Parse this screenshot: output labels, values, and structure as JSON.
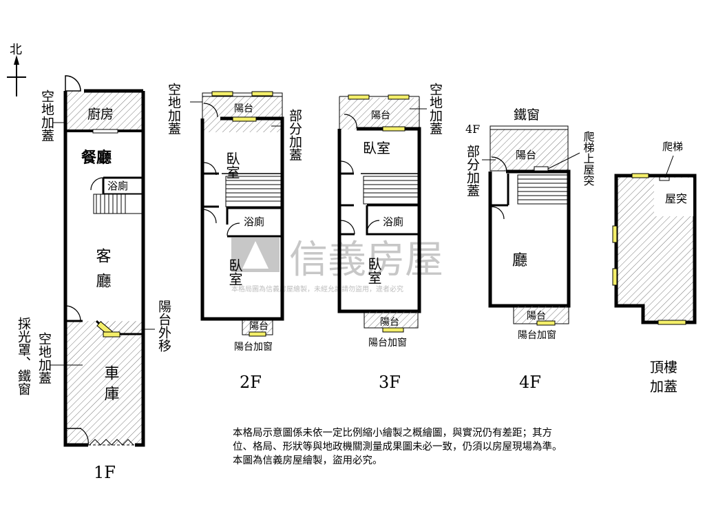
{
  "compass": {
    "label": "北"
  },
  "watermark": {
    "brand": "信義房屋",
    "notice": "本格局圖為信義房屋繪製，未經允許請勿盜用，違者必究"
  },
  "floors": {
    "f1": {
      "caption": "1F",
      "kitchen": "廚房",
      "dining": "餐廳",
      "bath": "浴廁",
      "living": "客廳",
      "garage": "車庫",
      "note_left_top": "空地加蓋",
      "note_left_bottom1": "採光罩、鐵窗",
      "note_left_bottom2": "空地加蓋",
      "note_right": "陽台外移"
    },
    "f2": {
      "caption": "2F",
      "balcony": "陽台",
      "bedroom_top": "臥室",
      "bath": "浴廁",
      "bedroom_bottom": "臥室",
      "balcony_bottom": "陽台",
      "balcony_window": "陽台加窗",
      "note_left": "空地加蓋",
      "note_right": "部分加蓋"
    },
    "f3": {
      "caption": "3F",
      "balcony": "陽台",
      "bedroom_top": "臥室",
      "bath": "浴廁",
      "bedroom_bottom": "臥室",
      "balcony_bottom": "陽台",
      "balcony_window": "陽台加窗",
      "note_right": "空地加蓋"
    },
    "f4": {
      "caption": "4F",
      "iron_window": "鐵窗",
      "balcony": "陽台",
      "hall": "廳",
      "balcony_bottom": "陽台",
      "balcony_window": "陽台加窗",
      "note_left_head": "4F",
      "note_left": "部分加蓋",
      "note_right": "爬梯上屋突"
    },
    "roof": {
      "caption_line1": "頂樓",
      "caption_line2": "加蓋",
      "ladder": "爬梯",
      "roof_protrusion": "屋突"
    }
  },
  "disclaimer": {
    "line1": "本格局示意圖係未依一定比例縮小繪製之概繪圖，與實況仍有差距；其方",
    "line2": "位、格局、形狀等與地政機關測量成果圖未必一致，仍須以房屋現場為準。",
    "line3": "本圖為信義房屋繪製，盜用必究。"
  }
}
